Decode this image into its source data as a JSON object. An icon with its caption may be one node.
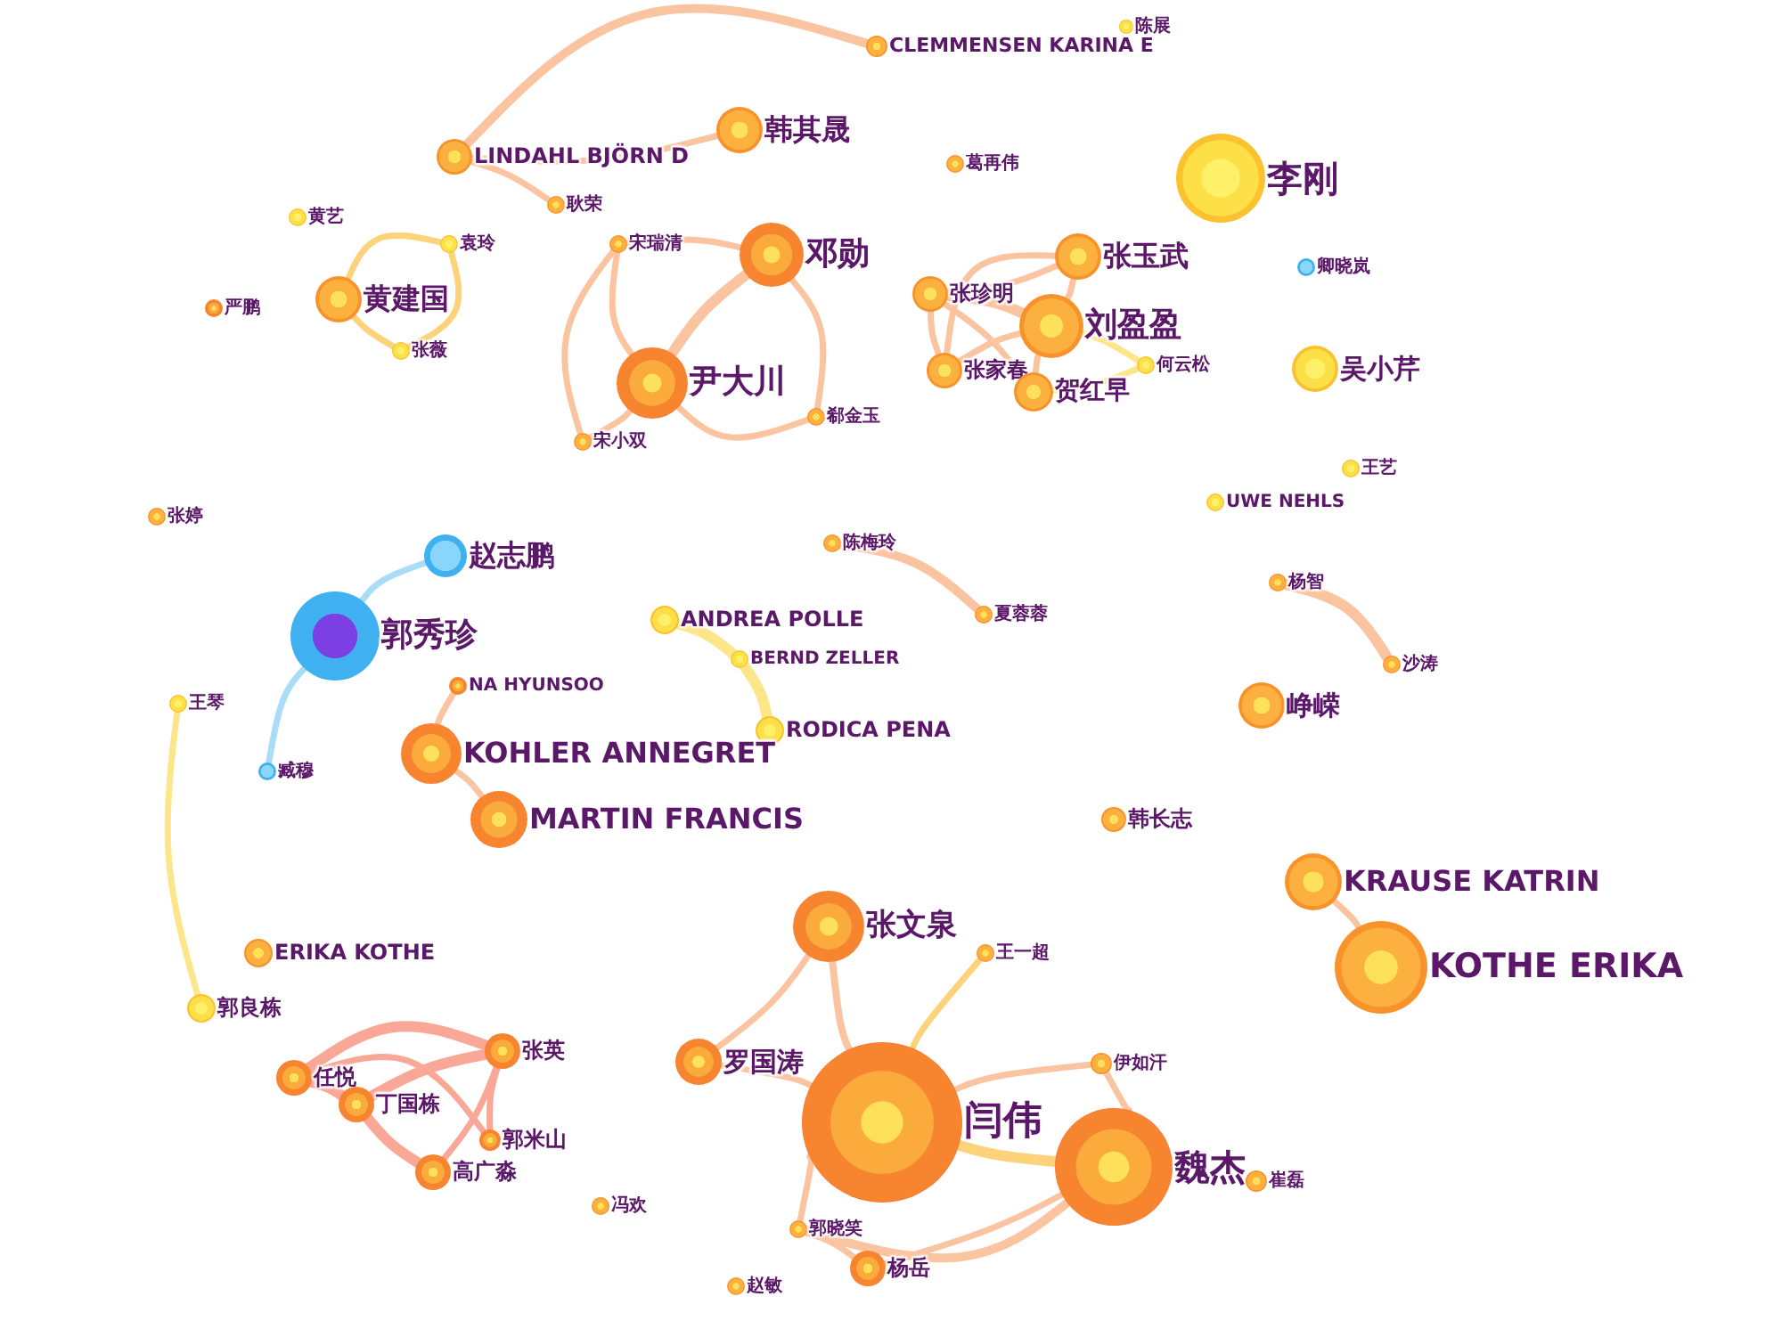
{
  "diagram": {
    "nodes": [
      {
        "text": [
          "CLEMMENSEN KARINA E"
        ]
      },
      {
        "text": [
          "陈展"
        ]
      },
      {
        "text": [
          "LINDAHL BJÖRN D"
        ]
      },
      {
        "text": [
          "韩其晟"
        ]
      },
      {
        "text": [
          "葛再伟"
        ]
      },
      {
        "text": [
          "李刚"
        ]
      },
      {
        "text": [
          "黄艺"
        ]
      },
      {
        "text": [
          "耿荣"
        ]
      },
      {
        "text": [
          "袁玲"
        ]
      },
      {
        "text": [
          "宋瑞清"
        ]
      },
      {
        "text": [
          "邓勋"
        ]
      },
      {
        "text": [
          "卿晓岚"
        ]
      },
      {
        "text": [
          "严鹏"
        ]
      },
      {
        "text": [
          "黄建国"
        ]
      },
      {
        "text": [
          "张玉武"
        ]
      },
      {
        "text": [
          "张珍明"
        ]
      },
      {
        "text": [
          "刘盈盈"
        ]
      },
      {
        "text": [
          "张家春"
        ]
      },
      {
        "text": [
          "何云松"
        ]
      },
      {
        "text": [
          "贺红早"
        ]
      },
      {
        "text": [
          "吴小芹"
        ]
      },
      {
        "text": [
          "张薇"
        ]
      },
      {
        "text": [
          "尹大川"
        ]
      },
      {
        "text": [
          "郗金玉"
        ]
      },
      {
        "text": [
          "宋小双"
        ]
      },
      {
        "text": [
          "王艺"
        ]
      },
      {
        "text": [
          "UWE NEHLS"
        ]
      },
      {
        "text": [
          "张婷"
        ]
      },
      {
        "text": [
          "陈梅玲"
        ]
      },
      {
        "text": [
          "赵志鹏"
        ]
      },
      {
        "text": [
          "杨智"
        ]
      },
      {
        "text": [
          "夏蓉蓉"
        ]
      },
      {
        "text": [
          "郭秀珍"
        ]
      },
      {
        "text": [
          "ANDREA POLLE"
        ]
      },
      {
        "text": [
          "BERND ZELLER"
        ]
      },
      {
        "text": [
          "沙涛"
        ]
      },
      {
        "text": [
          "NA HYUNSOO"
        ]
      },
      {
        "text": [
          "王琴"
        ]
      },
      {
        "text": [
          "峥嵘"
        ]
      },
      {
        "text": [
          "RODICA PENA"
        ]
      },
      {
        "text": [
          "KOHLER ANNEGRET"
        ]
      },
      {
        "text": [
          "臧穆"
        ]
      },
      {
        "text": [
          "韩长志"
        ]
      },
      {
        "text": [
          "MARTIN FRANCIS"
        ]
      },
      {
        "text": [
          "KRAUSE KATRIN"
        ]
      },
      {
        "text": [
          "张文泉"
        ]
      },
      {
        "text": [
          "KOTHE ERIKA"
        ]
      },
      {
        "text": [
          "王一超"
        ]
      },
      {
        "text": [
          "ERIKA KOTHE"
        ]
      },
      {
        "text": [
          "郭良栋"
        ]
      },
      {
        "text": [
          "罗国涛"
        ]
      },
      {
        "text": [
          "张英"
        ]
      },
      {
        "text": [
          "伊如汗"
        ]
      },
      {
        "text": [
          "任悦"
        ]
      },
      {
        "text": [
          "丁国栋"
        ]
      },
      {
        "text": [
          "闫伟"
        ]
      },
      {
        "text": [
          "郭米山"
        ]
      },
      {
        "text": [
          "魏杰"
        ]
      },
      {
        "text": [
          "高广淼"
        ]
      },
      {
        "text": [
          "冯欢"
        ]
      },
      {
        "text": [
          "崔磊"
        ]
      },
      {
        "text": [
          "郭晓笑"
        ]
      },
      {
        "text": [
          "赵敏"
        ]
      },
      {
        "text": [
          "杨岳"
        ]
      }
    ],
    "edges": [
      {
        "from": 2,
        "to": 0,
        "arrow": "none"
      },
      {
        "from": 2,
        "to": 3,
        "arrow": "none"
      },
      {
        "from": 2,
        "to": 7,
        "arrow": "none"
      },
      {
        "from": 8,
        "to": 13,
        "arrow": "none",
        "color": "#fcd27a"
      },
      {
        "from": 8,
        "to": 21,
        "arrow": "none",
        "color": "#fcd27a"
      },
      {
        "from": 13,
        "to": 21,
        "arrow": "none",
        "color": "#fcd27a"
      },
      {
        "from": 9,
        "to": 10,
        "arrow": "none"
      },
      {
        "from": 9,
        "to": 22,
        "arrow": "none"
      },
      {
        "from": 9,
        "to": 24,
        "arrow": "none"
      },
      {
        "from": 10,
        "to": 22,
        "arrow": "none"
      },
      {
        "from": 10,
        "to": 23,
        "arrow": "none"
      },
      {
        "from": 22,
        "to": 24,
        "arrow": "none"
      },
      {
        "from": 22,
        "to": 23,
        "arrow": "none"
      },
      {
        "from": 15,
        "to": 14,
        "arrow": "none"
      },
      {
        "from": 15,
        "to": 16,
        "arrow": "none"
      },
      {
        "from": 15,
        "to": 17,
        "arrow": "none"
      },
      {
        "from": 15,
        "to": 19,
        "arrow": "none"
      },
      {
        "from": 17,
        "to": 14,
        "arrow": "none"
      },
      {
        "from": 16,
        "to": 18,
        "arrow": "none",
        "color": "#fde68a"
      },
      {
        "from": 19,
        "to": 18,
        "arrow": "none",
        "color": "#fde68a"
      },
      {
        "from": 14,
        "to": 16,
        "arrow": "none"
      },
      {
        "from": 16,
        "to": 19,
        "arrow": "none"
      },
      {
        "from": 17,
        "to": 16,
        "arrow": "none"
      },
      {
        "from": 32,
        "to": 29,
        "arrow": "none",
        "color": "#a8dcf7"
      },
      {
        "from": 32,
        "to": 41,
        "arrow": "none",
        "color": "#a8dcf7"
      },
      {
        "from": 28,
        "to": 31,
        "arrow": "none"
      },
      {
        "from": 33,
        "to": 34,
        "arrow": "none",
        "color": "#fde68a"
      },
      {
        "from": 34,
        "to": 39,
        "arrow": "none",
        "color": "#fde68a"
      },
      {
        "from": 30,
        "to": 35,
        "arrow": "none"
      },
      {
        "from": 36,
        "to": 40,
        "arrow": "none"
      },
      {
        "from": 40,
        "to": 43,
        "arrow": "none"
      },
      {
        "from": 37,
        "to": 49,
        "arrow": "none",
        "color": "#fde68a"
      },
      {
        "from": 44,
        "to": 46,
        "arrow": "none"
      },
      {
        "from": 53,
        "to": 51,
        "arrow": "none",
        "color": "#f9a898"
      },
      {
        "from": 53,
        "to": 54,
        "arrow": "none",
        "color": "#f9a898"
      },
      {
        "from": 53,
        "to": 56,
        "arrow": "none",
        "color": "#f9a898"
      },
      {
        "from": 54,
        "to": 51,
        "arrow": "none",
        "color": "#f9a898"
      },
      {
        "from": 54,
        "to": 58,
        "arrow": "none",
        "color": "#f9a898"
      },
      {
        "from": 51,
        "to": 58,
        "arrow": "none",
        "color": "#f9a898"
      },
      {
        "from": 51,
        "to": 56,
        "arrow": "none",
        "color": "#f9a898"
      },
      {
        "from": 45,
        "to": 50,
        "arrow": "none"
      },
      {
        "from": 45,
        "to": 55,
        "arrow": "none"
      },
      {
        "from": 50,
        "to": 55,
        "arrow": "none"
      },
      {
        "from": 47,
        "to": 55,
        "arrow": "none",
        "color": "#fcd27a"
      },
      {
        "from": 55,
        "to": 52,
        "arrow": "none"
      },
      {
        "from": 52,
        "to": 57,
        "arrow": "none"
      },
      {
        "from": 55,
        "to": 57,
        "arrow": "none",
        "color": "#fcd27a"
      },
      {
        "from": 55,
        "to": 61,
        "arrow": "none"
      },
      {
        "from": 61,
        "to": 57,
        "arrow": "none"
      },
      {
        "from": 63,
        "to": 57,
        "arrow": "none"
      },
      {
        "from": 61,
        "to": 63,
        "arrow": "none"
      }
    ]
  }
}
